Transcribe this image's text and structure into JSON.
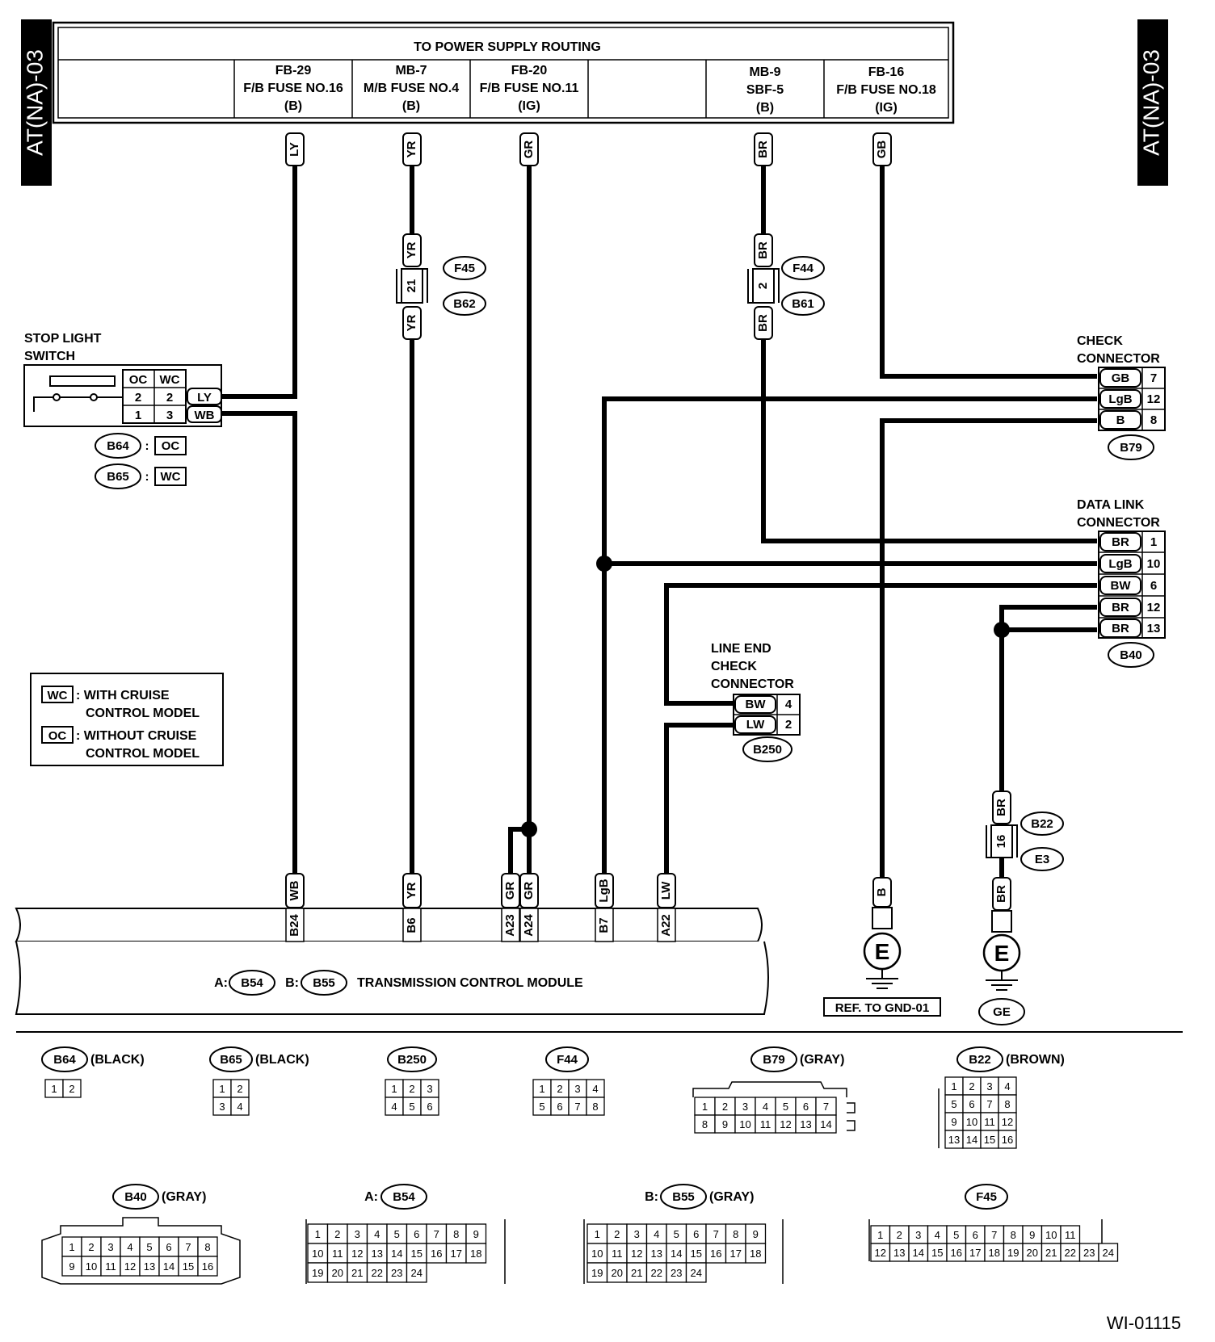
{
  "page_tag": "AT(NA)-03",
  "drawing_id": "WI-01115",
  "power": {
    "title": "TO POWER SUPPLY ROUTING",
    "cols": [
      {
        "l1": "FB-29",
        "l2": "F/B FUSE NO.16",
        "l3": "(B)"
      },
      {
        "l1": "MB-7",
        "l2": "M/B FUSE NO.4",
        "l3": "(B)"
      },
      {
        "l1": "FB-20",
        "l2": "F/B FUSE NO.11",
        "l3": "(IG)"
      },
      {
        "l1": "MB-9",
        "l2": "SBF-5",
        "l3": "(B)"
      },
      {
        "l1": "FB-16",
        "l2": "F/B FUSE NO.18",
        "l3": "(IG)"
      }
    ]
  },
  "wires": {
    "ly": "LY",
    "yr": "YR",
    "gr": "GR",
    "br": "BR",
    "gb": "GB",
    "wb": "WB",
    "lgb": "LgB",
    "lw": "LW",
    "b": "B",
    "bw": "BW"
  },
  "splice_f45": {
    "c1": "F45",
    "c2": "B62",
    "pin": "21"
  },
  "splice_f44": {
    "c1": "F44",
    "c2": "B61",
    "pin": "2"
  },
  "splice_b22": {
    "c1": "B22",
    "c2": "E3",
    "pin": "16"
  },
  "stop_light": {
    "title1": "STOP LIGHT",
    "title2": "SWITCH",
    "hdr_oc": "OC",
    "hdr_wc": "WC",
    "r1": [
      "2",
      "2"
    ],
    "r2": [
      "1",
      "3"
    ],
    "conn1": "B64",
    "conn2": "B65",
    "colon": ":"
  },
  "check_conn": {
    "title1": "CHECK",
    "title2": "CONNECTOR",
    "id": "B79",
    "pins": [
      {
        "w": "GB",
        "n": "7"
      },
      {
        "w": "LgB",
        "n": "12"
      },
      {
        "w": "B",
        "n": "8"
      }
    ]
  },
  "data_link": {
    "title1": "DATA LINK",
    "title2": "CONNECTOR",
    "id": "B40",
    "pins": [
      {
        "w": "BR",
        "n": "1"
      },
      {
        "w": "LgB",
        "n": "10"
      },
      {
        "w": "BW",
        "n": "6"
      },
      {
        "w": "BR",
        "n": "12"
      },
      {
        "w": "BR",
        "n": "13"
      }
    ]
  },
  "line_end": {
    "title1": "LINE END",
    "title2": "CHECK",
    "title3": "CONNECTOR",
    "id": "B250",
    "pins": [
      {
        "w": "BW",
        "n": "4"
      },
      {
        "w": "LW",
        "n": "2"
      }
    ]
  },
  "legend": {
    "wc_box": "WC",
    "wc_t1": ": WITH CRUISE",
    "wc_t2": "CONTROL MODEL",
    "oc_box": "OC",
    "oc_t1": ": WITHOUT CRUISE",
    "oc_t2": "CONTROL MODEL"
  },
  "tcm": {
    "pfx_a": "A:",
    "conn_a": "B54",
    "pfx_b": "B:",
    "conn_b": "B55",
    "name": "TRANSMISSION CONTROL MODULE",
    "pins": [
      "B24",
      "B6",
      "A23",
      "A24",
      "B7",
      "A22"
    ]
  },
  "ground": {
    "e": "E",
    "ref": "REF. TO GND-01",
    "ge": "GE"
  },
  "conn_views": {
    "b64": {
      "id": "B64",
      "color": "(BLACK)"
    },
    "b65": {
      "id": "B65",
      "color": "(BLACK)"
    },
    "b250": {
      "id": "B250"
    },
    "f44": {
      "id": "F44"
    },
    "b79": {
      "id": "B79",
      "color": "(GRAY)"
    },
    "b22": {
      "id": "B22",
      "color": "(BROWN)"
    },
    "b40": {
      "id": "B40",
      "color": "(GRAY)"
    },
    "b54": {
      "pfx": "A:",
      "id": "B54"
    },
    "b55": {
      "pfx": "B:",
      "id": "B55",
      "color": "(GRAY)"
    },
    "f45": {
      "id": "F45"
    }
  },
  "pin_grids": {
    "b64": [
      [
        "1",
        "2"
      ]
    ],
    "b65": [
      [
        "1",
        "2"
      ],
      [
        "3",
        "4"
      ]
    ],
    "b250": [
      [
        "1",
        "2",
        "3"
      ],
      [
        "4",
        "5",
        "6"
      ]
    ],
    "f44": [
      [
        "1",
        "2",
        "3",
        "4"
      ],
      [
        "5",
        "6",
        "7",
        "8"
      ]
    ],
    "b79": [
      [
        "1",
        "2",
        "3",
        "4",
        "5",
        "6",
        "7"
      ],
      [
        "8",
        "9",
        "10",
        "11",
        "12",
        "13",
        "14"
      ]
    ],
    "b22": [
      [
        "1",
        "2",
        "3",
        "4"
      ],
      [
        "5",
        "6",
        "7",
        "8"
      ],
      [
        "9",
        "10",
        "11",
        "12"
      ],
      [
        "13",
        "14",
        "15",
        "16"
      ]
    ],
    "b40": [
      [
        "1",
        "2",
        "3",
        "4",
        "5",
        "6",
        "7",
        "8"
      ],
      [
        "9",
        "10",
        "11",
        "12",
        "13",
        "14",
        "15",
        "16"
      ]
    ],
    "b54": [
      [
        "1",
        "2",
        "3",
        "4",
        "5",
        "6",
        "7",
        "8",
        "9"
      ],
      [
        "10",
        "11",
        "12",
        "13",
        "14",
        "15",
        "16",
        "17",
        "18"
      ],
      [
        "19",
        "20",
        "21",
        "22",
        "23",
        "24"
      ]
    ],
    "b55": [
      [
        "1",
        "2",
        "3",
        "4",
        "5",
        "6",
        "7",
        "8",
        "9"
      ],
      [
        "10",
        "11",
        "12",
        "13",
        "14",
        "15",
        "16",
        "17",
        "18"
      ],
      [
        "19",
        "20",
        "21",
        "22",
        "23",
        "24"
      ]
    ],
    "f45": [
      [
        "1",
        "2",
        "3",
        "4",
        "5",
        "6",
        "7",
        "8",
        "9",
        "10",
        "11"
      ],
      [
        "12",
        "13",
        "14",
        "15",
        "16",
        "17",
        "18",
        "19",
        "20",
        "21",
        "22",
        "23",
        "24"
      ]
    ]
  }
}
